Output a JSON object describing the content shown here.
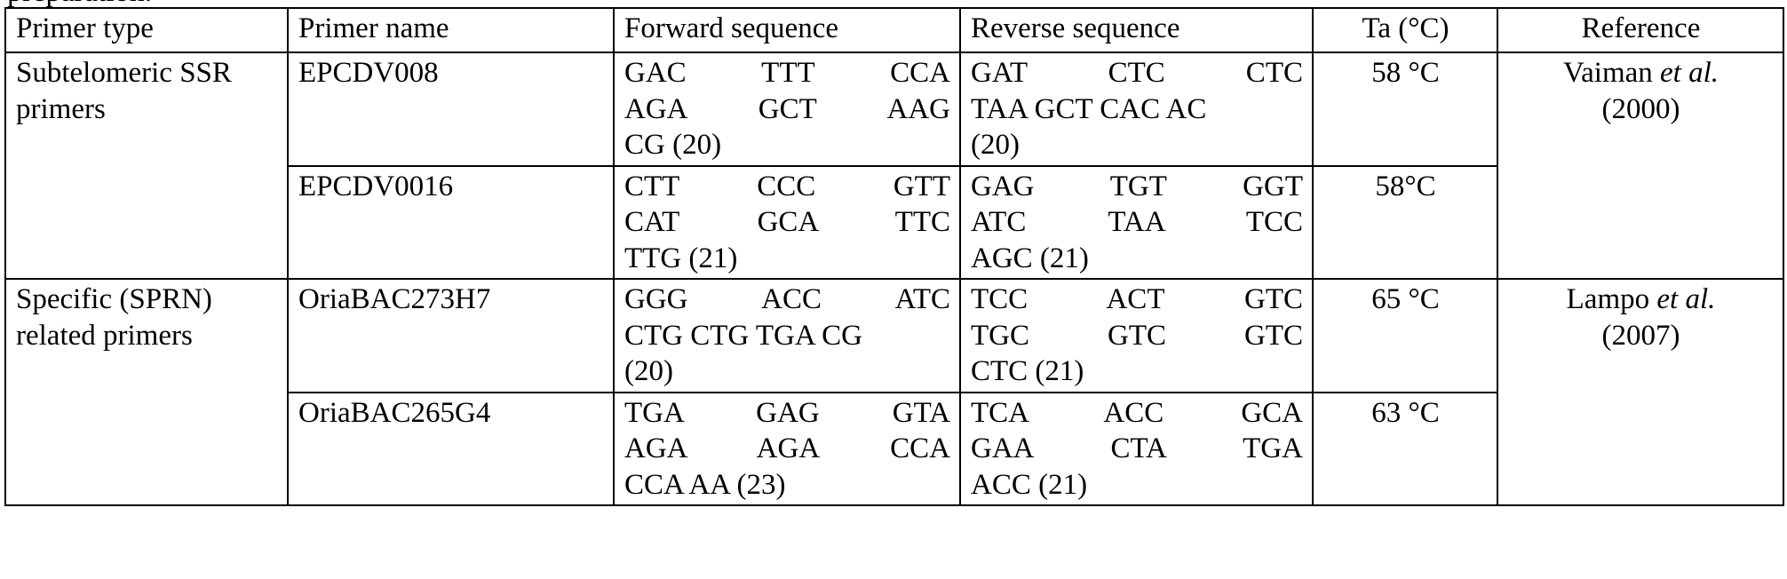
{
  "document": {
    "clipped_text_above_table": "preparation."
  },
  "table": {
    "columns": [
      {
        "key": "primer_type",
        "label": "Primer type",
        "align": "left"
      },
      {
        "key": "primer_name",
        "label": "Primer name",
        "align": "left"
      },
      {
        "key": "forward_sequence",
        "label": "Forward sequence",
        "align": "left"
      },
      {
        "key": "reverse_sequence",
        "label": "Reverse sequence",
        "align": "left"
      },
      {
        "key": "ta",
        "label": "Ta (°C)",
        "align": "center"
      },
      {
        "key": "reference",
        "label": "Reference",
        "align": "center"
      }
    ],
    "rows": [
      {
        "primer_type": "Subtelomeric SSR primers",
        "primer_type_rowspan": 2,
        "primer_name": "EPCDV008",
        "forward_lines": [
          "GAC TTT CCA",
          "AGA GCT AAG",
          "CG (20)"
        ],
        "forward_sequence": "GAC TTT CCA AGA GCT AAG CG (20)",
        "reverse_lines": [
          "GAT CTC CTC",
          "TAA GCT CAC AC",
          "(20)"
        ],
        "reverse_sequence": "GAT CTC CTC TAA GCT CAC AC (20)",
        "ta": "58 °C",
        "reference_author": "Vaiman",
        "reference_etal": "et al.",
        "reference_year": "(2000)",
        "reference_rowspan": 2
      },
      {
        "primer_type": "",
        "primer_name": "EPCDV0016",
        "forward_lines": [
          "CTT CCC GTT",
          "CAT GCA TTC",
          "TTG (21)"
        ],
        "forward_sequence": "CTT CCC GTT CAT GCA TTC TTG (21)",
        "reverse_lines": [
          "GAG TGT GGT",
          "ATC TAA TCC",
          "AGC (21)"
        ],
        "reverse_sequence": "GAG TGT GGT ATC TAA TCC AGC (21)",
        "ta": "58°C",
        "reference_author": "",
        "reference_etal": "",
        "reference_year": ""
      },
      {
        "primer_type": "Specific (SPRN) related primers",
        "primer_type_rowspan": 2,
        "primer_name": "OriaBAC273H7",
        "forward_lines": [
          "GGG ACC ATC",
          "CTG CTG TGA CG",
          "(20)"
        ],
        "forward_sequence": "GGG ACC ATC CTG CTG TGA CG (20)",
        "reverse_lines": [
          "TCC ACT GTC",
          "TGC GTC GTC",
          "CTC (21)"
        ],
        "reverse_sequence": "TCC ACT GTC TGC GTC GTC CTC (21)",
        "ta": "65 °C",
        "reference_author": "Lampo",
        "reference_etal": "et al.",
        "reference_year": "(2007)",
        "reference_rowspan": 2
      },
      {
        "primer_type": "",
        "primer_name": "OriaBAC265G4",
        "forward_lines": [
          "TGA GAG GTA",
          "AGA AGA CCA",
          "CCA AA (23)"
        ],
        "forward_sequence": "TGA GAG GTA AGA AGA CCA CCA AA (23)",
        "reverse_lines": [
          "TCA ACC GCA",
          "GAA CTA TGA",
          "ACC (21)"
        ],
        "reverse_sequence": "TCA ACC GCA GAA CTA TGA ACC (21)",
        "ta": "63 °C",
        "reference_author": "",
        "reference_etal": "",
        "reference_year": ""
      }
    ]
  }
}
